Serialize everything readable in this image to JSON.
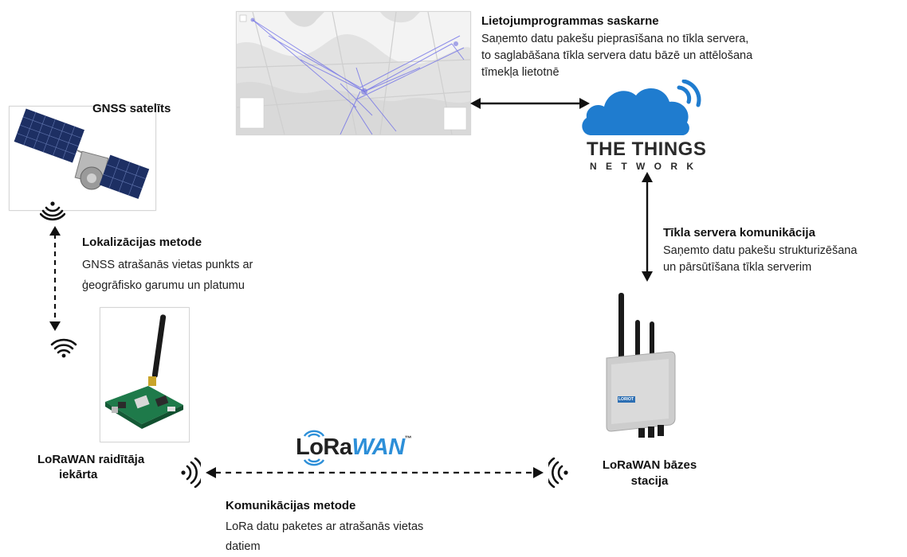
{
  "app": {
    "title": "Lietojumprogrammas saskarne",
    "desc_lines": [
      "Saņemto datu pakešu pieprasīšana no tīkla servera,",
      "to saglabāšana tīkla servera datu bāzē un attēlošana",
      "tīmekļa lietotnē"
    ]
  },
  "ttn": {
    "line1": "THE THINGS",
    "line2": "N E T W O R K"
  },
  "satellite": {
    "label": "GNSS satelīts"
  },
  "localization": {
    "title": "Lokalizācijas metode",
    "desc_lines": [
      "GNSS atrašanās vietas punkts ar",
      "ģeogrāfisko garumu un platumu"
    ]
  },
  "server_comm": {
    "title": "Tīkla servera komunikācija",
    "desc_lines": [
      "Saņemto datu pakešu strukturizēšana",
      "un pārsūtīšana tīkla serverim"
    ]
  },
  "transmitter": {
    "label_lines": [
      "LoRaWAN raidītāja",
      "iekārta"
    ]
  },
  "base_station": {
    "label_lines": [
      "LoRaWAN bāzes",
      "stacija"
    ]
  },
  "lorawan_logo": {
    "part1": "LoRa",
    "part2": "WAN",
    "tm": "™"
  },
  "gateway_label": "LORIOT",
  "comm": {
    "title": "Komunikācijas metode",
    "desc_lines": [
      "LoRa datu paketes ar atrašanās vietas",
      "datiem"
    ]
  },
  "colors": {
    "ttn_blue": "#1f7ccf",
    "lora_blue": "#2d8fd8",
    "map_route": "#6a6ae8",
    "arrow": "#111111"
  }
}
